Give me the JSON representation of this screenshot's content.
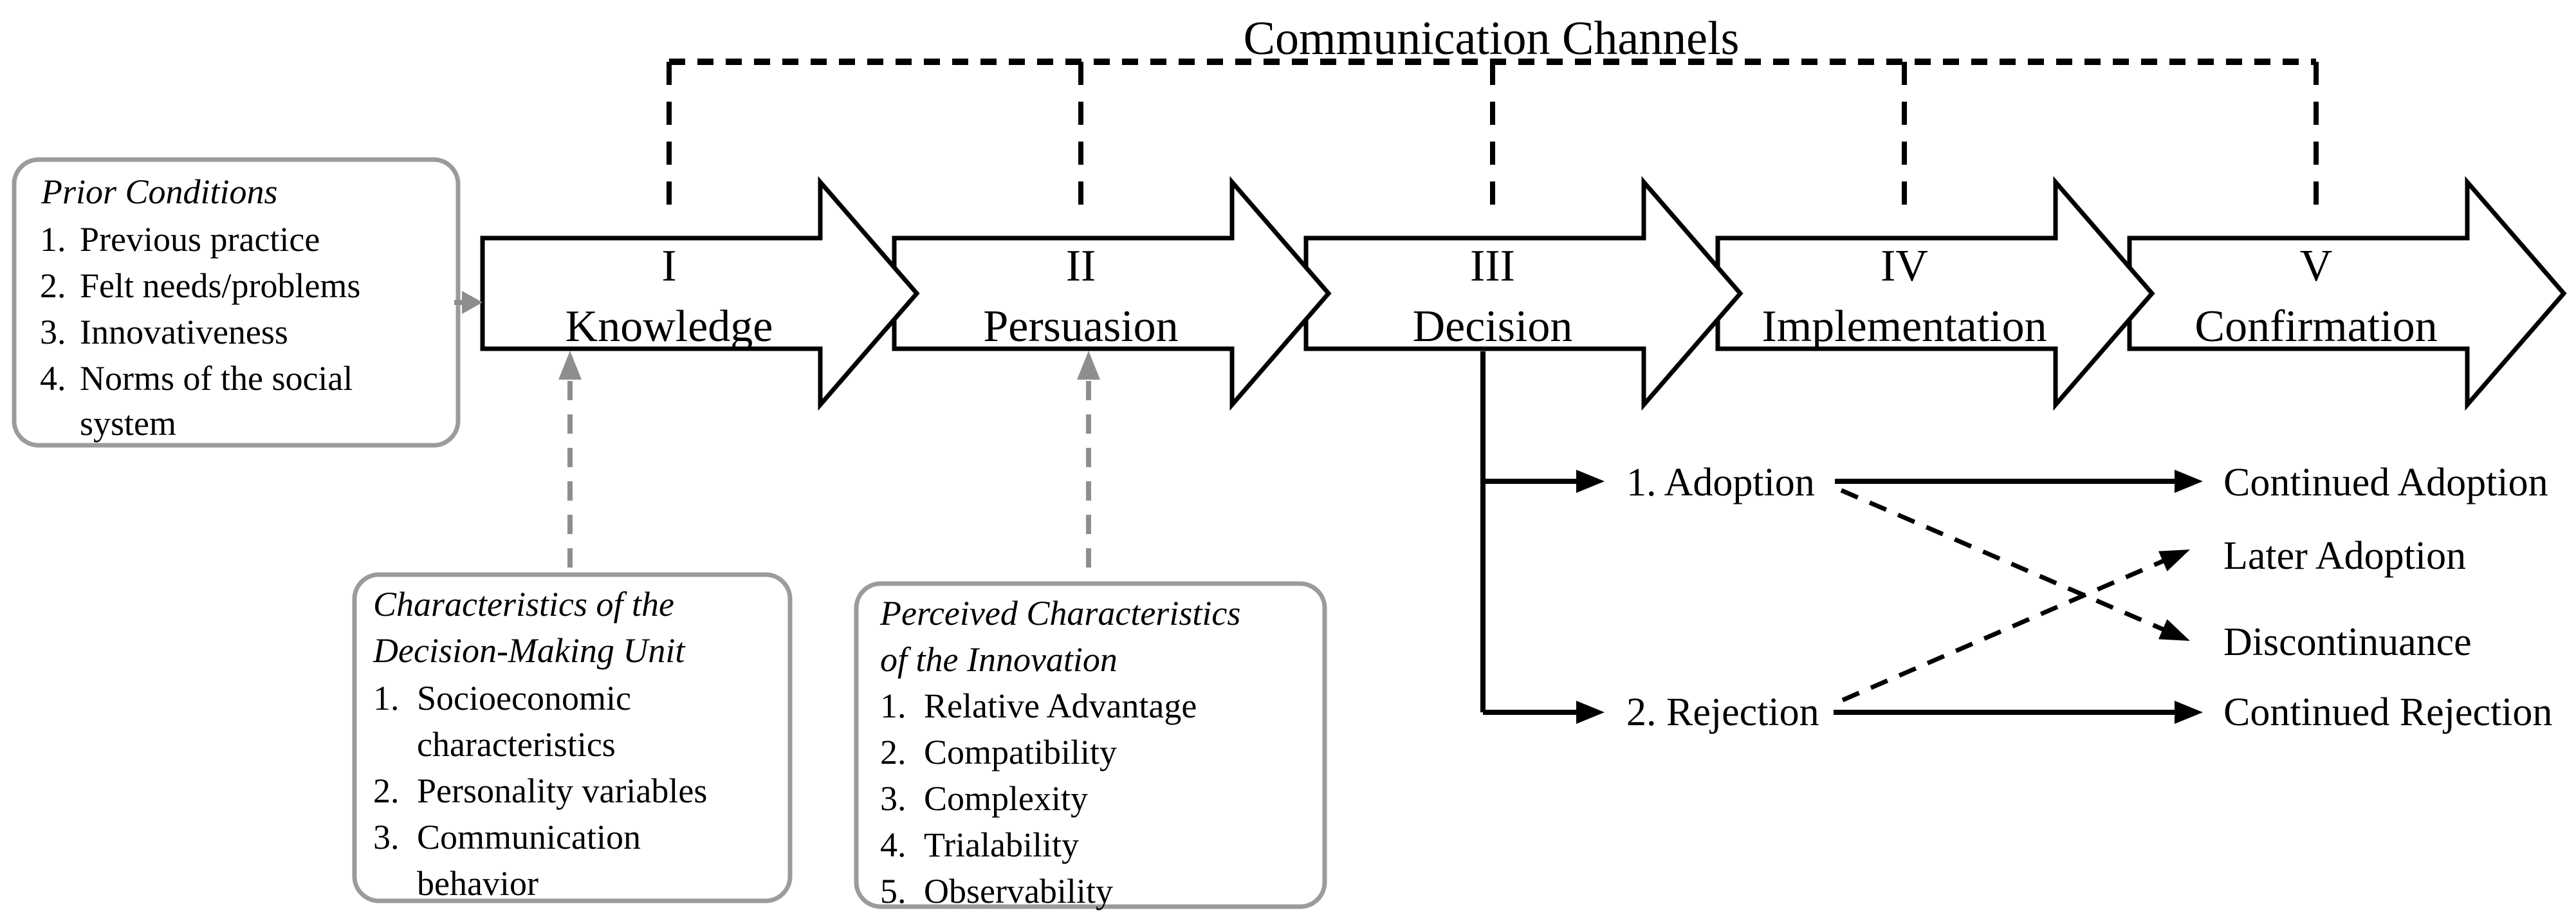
{
  "diagram": {
    "title": "Communication Channels",
    "stages": [
      {
        "numeral": "I",
        "name": "Knowledge"
      },
      {
        "numeral": "II",
        "name": "Persuasion"
      },
      {
        "numeral": "III",
        "name": "Decision"
      },
      {
        "numeral": "IV",
        "name": "Implementation"
      },
      {
        "numeral": "V",
        "name": "Confirmation"
      }
    ],
    "prior_conditions": {
      "title": "Prior Conditions",
      "lines": [
        {
          "num": "1.",
          "text": "Previous practice"
        },
        {
          "num": "2.",
          "text": "Felt needs/problems"
        },
        {
          "num": "3.",
          "text": "Innovativeness"
        },
        {
          "num": "4.",
          "text": "Norms of the social"
        },
        {
          "num": "",
          "text": "system"
        }
      ]
    },
    "decision_making_unit": {
      "title_line1": "Characteristics of the",
      "title_line2": "Decision-Making Unit",
      "lines": [
        {
          "num": "1.",
          "text": "Socioeconomic"
        },
        {
          "num": "",
          "text": "characteristics"
        },
        {
          "num": "2.",
          "text": "Personality variables"
        },
        {
          "num": "3.",
          "text": "Communication"
        },
        {
          "num": "",
          "text": "behavior"
        }
      ]
    },
    "innovation_characteristics": {
      "title_line1": "Perceived Characteristics",
      "title_line2": "of the Innovation",
      "lines": [
        {
          "num": "1.",
          "text": "Relative Advantage"
        },
        {
          "num": "2.",
          "text": "Compatibility"
        },
        {
          "num": "3.",
          "text": "Complexity"
        },
        {
          "num": "4.",
          "text": "Trialability"
        },
        {
          "num": "5.",
          "text": "Observability"
        }
      ]
    },
    "decision_branches": {
      "adoption": "1. Adoption",
      "rejection": "2. Rejection"
    },
    "outcomes": {
      "continued_adoption": "Continued Adoption",
      "later_adoption": "Later Adoption",
      "discontinuance": "Discontinuance",
      "continued_rejection": "Continued Rejection"
    },
    "colors": {
      "line_black": "#000000",
      "gray_accent": "#8e8e8e",
      "box_border": "#9b9b9b",
      "background": "#ffffff"
    }
  }
}
